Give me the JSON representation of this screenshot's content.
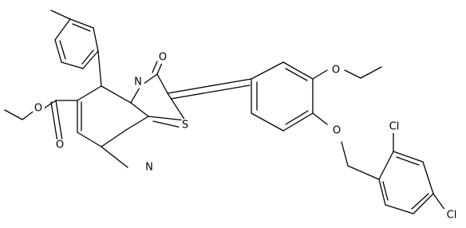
{
  "labels": {
    "O": "O",
    "N": "N",
    "S": "S",
    "Cl": "Cl"
  },
  "colors": {
    "background": "#ffffff",
    "bond": "#000000",
    "text": "#000000"
  }
}
